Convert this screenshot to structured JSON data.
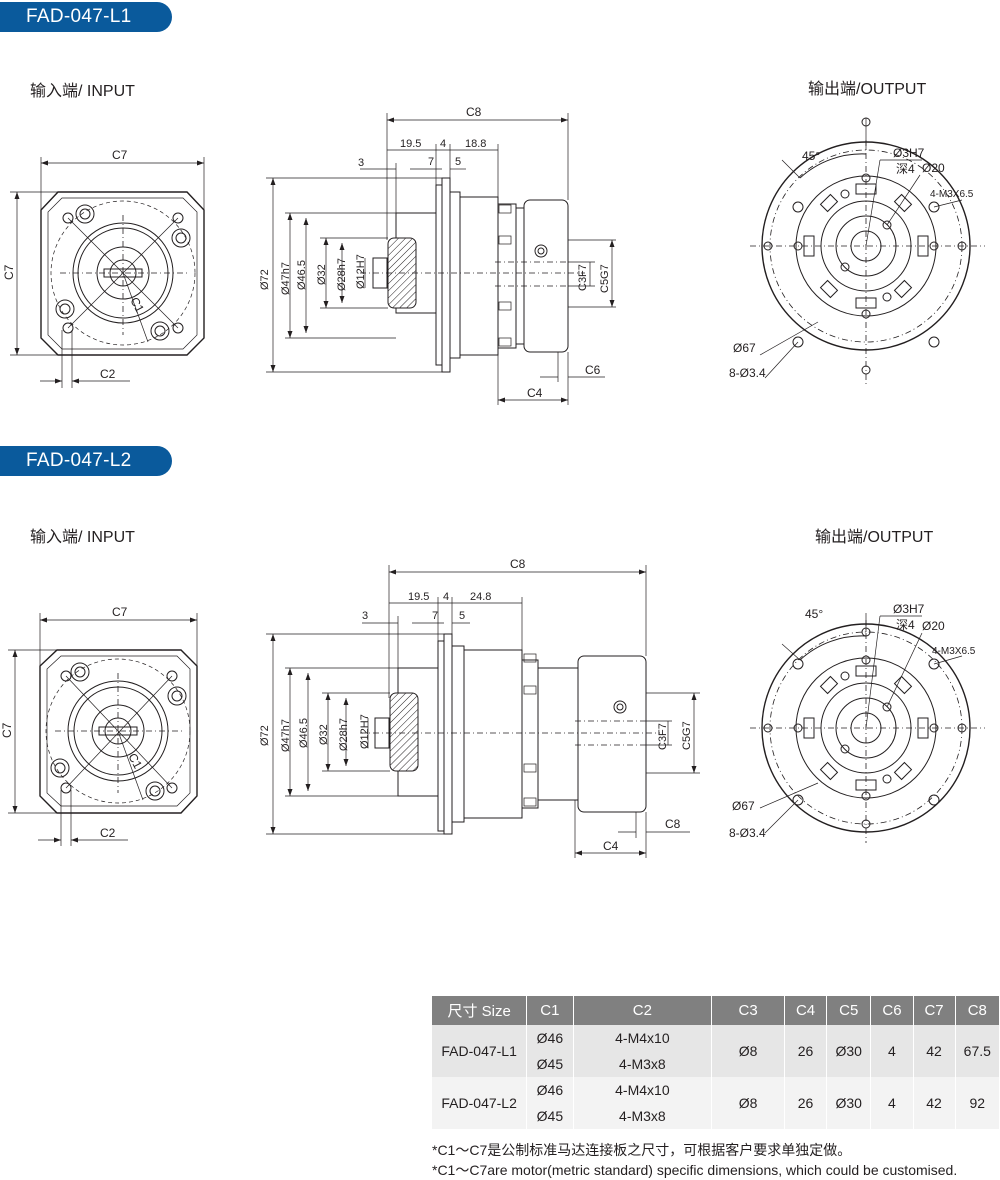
{
  "models": [
    {
      "badge": "FAD-047-L1",
      "input_label": "输入端/ INPUT",
      "output_label": "输出端/OUTPUT",
      "input_dims": {
        "c7_top": "C7",
        "c7_side": "C7",
        "c2": "C2",
        "c1": "C1"
      },
      "side_dims": {
        "c8": "C8",
        "d195": "19.5",
        "d4": "4",
        "d_mid": "18.8",
        "d3": "3",
        "d7": "7",
        "d5": "5",
        "phi72": "Ø72",
        "phi47": "Ø47h7",
        "phi465": "Ø46.5",
        "phi32": "Ø32",
        "phi28": "Ø28h7",
        "phi12": "Ø12H7",
        "c3": "C3F7",
        "c5": "C5G7",
        "c4": "C4",
        "c6": "C6"
      },
      "output_dims": {
        "angle": "45°",
        "phi3": "Ø3H7",
        "depth": "深4",
        "phi20": "Ø20",
        "m3": "4-M3X6.5",
        "phi67": "Ø67",
        "holes": "8-Ø3.4"
      }
    },
    {
      "badge": "FAD-047-L2",
      "input_label": "输入端/ INPUT",
      "output_label": "输出端/OUTPUT",
      "input_dims": {
        "c7_top": "C7",
        "c7_side": "C7",
        "c2": "C2",
        "c1": "C1"
      },
      "side_dims": {
        "c8": "C8",
        "d195": "19.5",
        "d4": "4",
        "d_mid": "24.8",
        "d3": "3",
        "d7": "7",
        "d5": "5",
        "phi72": "Ø72",
        "phi47": "Ø47h7",
        "phi465": "Ø46.5",
        "phi32": "Ø32",
        "phi28": "Ø28h7",
        "phi12": "Ø12H7",
        "c3": "C3F7",
        "c5": "C5G7",
        "c4": "C4",
        "c6": "C8"
      },
      "output_dims": {
        "angle": "45°",
        "phi3": "Ø3H7",
        "depth": "深4",
        "phi20": "Ø20",
        "m3": "4-M3X6.5",
        "phi67": "Ø67",
        "holes": "8-Ø3.4"
      }
    }
  ],
  "spec_table": {
    "headers": [
      "尺寸 Size",
      "C1",
      "C2",
      "C3",
      "C4",
      "C5",
      "C6",
      "C7",
      "C8"
    ],
    "rows": [
      {
        "size": "FAD-047-L1",
        "c1_a": "Ø46",
        "c2_a": "4-M4x10",
        "c1_b": "Ø45",
        "c2_b": "4-M3x8",
        "c3": "Ø8",
        "c4": "26",
        "c5": "Ø30",
        "c6": "4",
        "c7": "42",
        "c8": "67.5"
      },
      {
        "size": "FAD-047-L2",
        "c1_a": "Ø46",
        "c2_a": "4-M4x10",
        "c1_b": "Ø45",
        "c2_b": "4-M3x8",
        "c3": "Ø8",
        "c4": "26",
        "c5": "Ø30",
        "c6": "4",
        "c7": "42",
        "c8": "92"
      }
    ]
  },
  "notes": [
    "*C1～C7是公制标准马达连接板之尺寸，可根据客户要求单独定做。",
    "*C1～C7are motor(metric standard) specific dimensions, which could be customised."
  ]
}
